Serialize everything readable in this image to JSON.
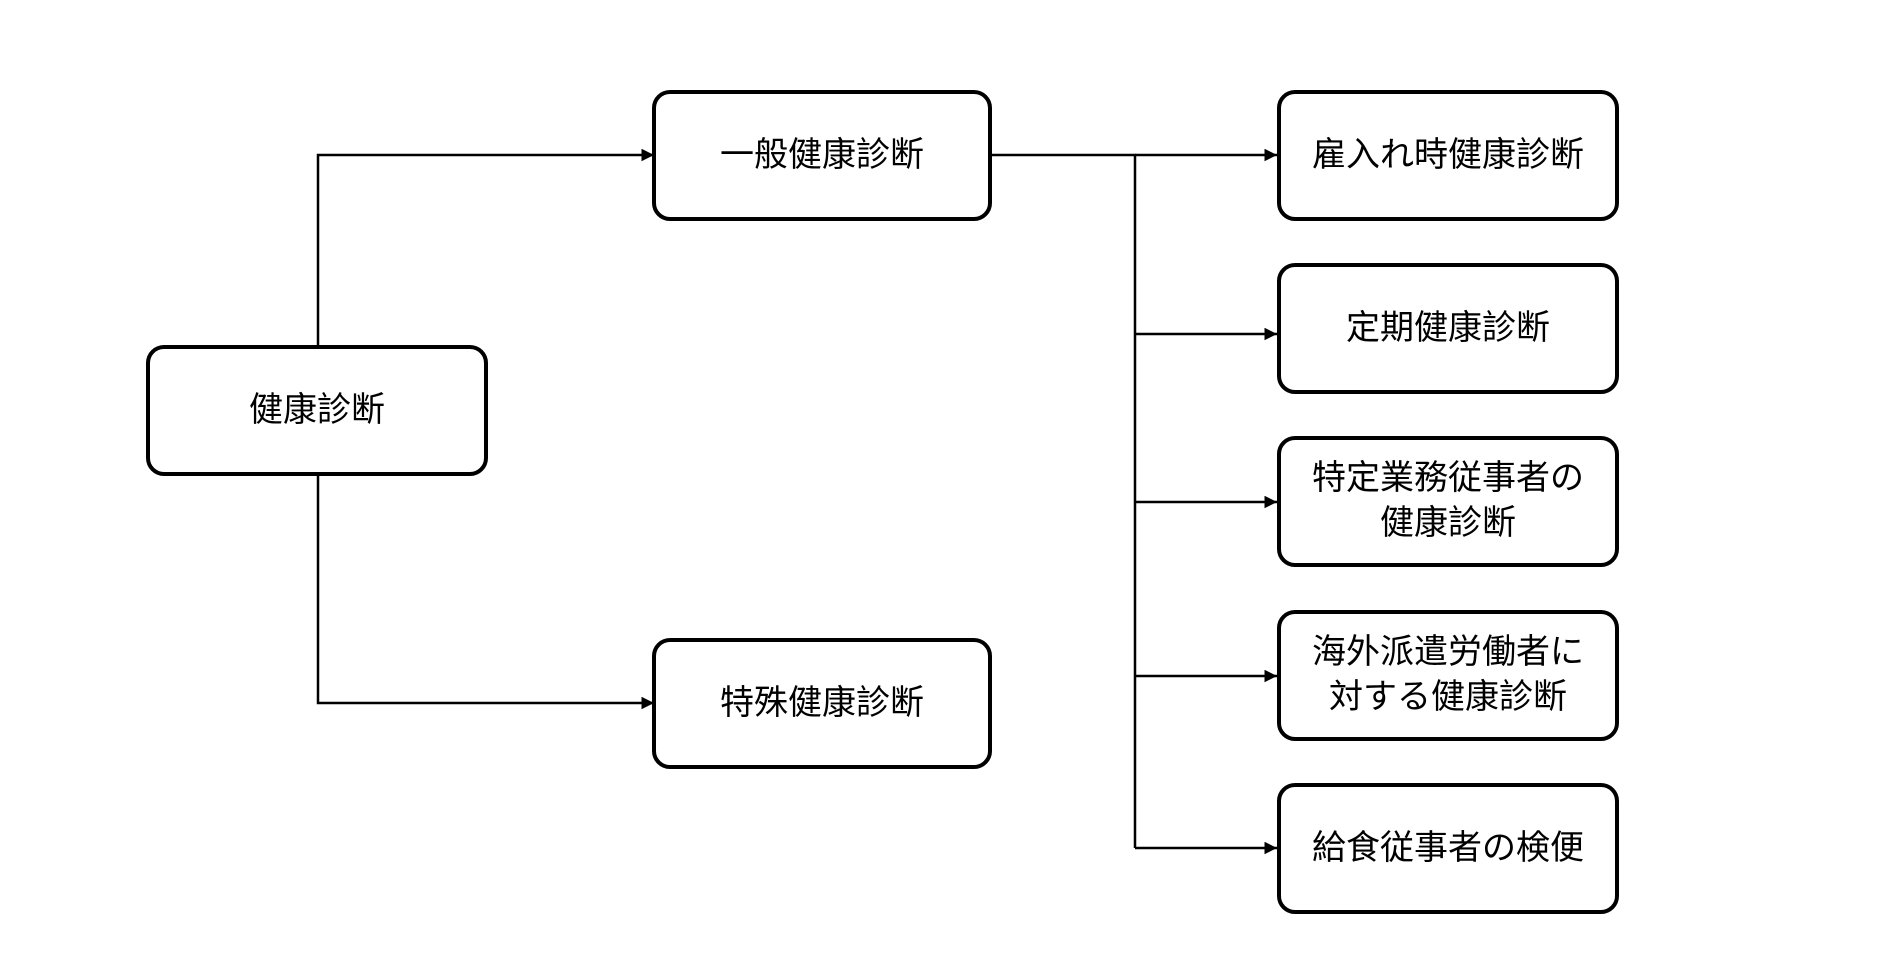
{
  "diagram": {
    "type": "tree",
    "root": {
      "label": "健康診断",
      "children": [
        {
          "label": "一般健康診断",
          "children": [
            {
              "label": "雇入れ時健康診断"
            },
            {
              "label": "定期健康診断"
            },
            {
              "label": "特定業務従事者の健康診断",
              "lines": [
                "特定業務従事者の",
                "健康診断"
              ]
            },
            {
              "label": "海外派遣労働者に対する健康診断",
              "lines": [
                "海外派遣労働者に",
                "対する健康診断"
              ]
            },
            {
              "label": "給食従事者の検便"
            }
          ]
        },
        {
          "label": "特殊健康診断",
          "children": []
        }
      ]
    }
  },
  "colors": {
    "stroke": "#000000",
    "fill": "#ffffff",
    "text": "#000000"
  }
}
